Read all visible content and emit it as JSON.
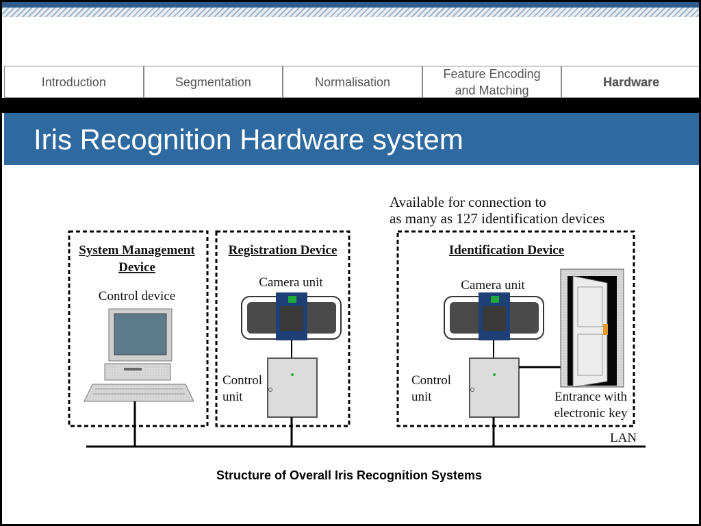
{
  "nav": {
    "tabs": [
      {
        "label": "Introduction"
      },
      {
        "label": "Segmentation"
      },
      {
        "label": "Normalisation"
      },
      {
        "label": "Feature Encoding and Matching"
      },
      {
        "label": "Hardware"
      }
    ],
    "active": "Hardware"
  },
  "slide": {
    "title": "Iris Recognition Hardware system",
    "caption": "Structure of Overall Iris Recognition Systems"
  },
  "diagram": {
    "note_line1": "Available for connection to",
    "note_line2": "as many as 127 identification devices",
    "system_mgmt": {
      "title_line1": "System Management",
      "title_line2": "Device",
      "label": "Control device"
    },
    "registration": {
      "title": "Registration Device",
      "camera": "Camera unit",
      "control_line1": "Control",
      "control_line2": "unit"
    },
    "identification": {
      "title": "Identification Device",
      "camera": "Camera unit",
      "control_line1": "Control",
      "control_line2": "unit",
      "entrance_line1": "Entrance with",
      "entrance_line2": "electronic key"
    },
    "lan": "LAN"
  },
  "colors": {
    "stripe": "#2e5c8e",
    "title_band": "#2e6aa0",
    "title_text": "#ffffff",
    "camera_frame": "#1f3f77",
    "led": "#1faa3c",
    "door_handle": "#e39a2e"
  }
}
